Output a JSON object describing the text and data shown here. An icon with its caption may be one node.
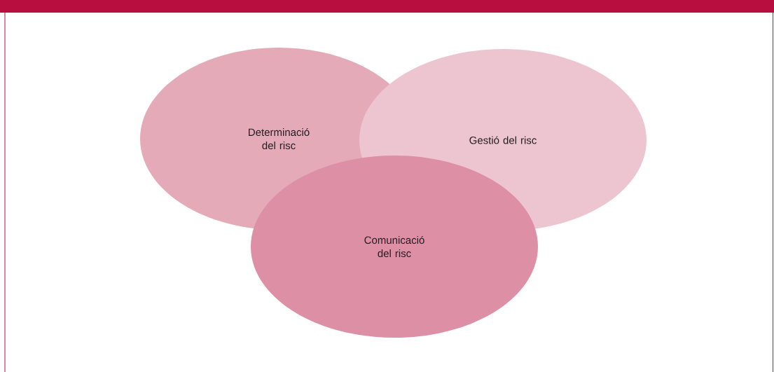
{
  "diagram": {
    "nodes": [
      {
        "text": [
          "Determinació del risc"
        ]
      },
      {
        "text": [
          "Gestió del risc"
        ]
      },
      {
        "text": [
          "Comunicació del risc"
        ]
      }
    ]
  }
}
